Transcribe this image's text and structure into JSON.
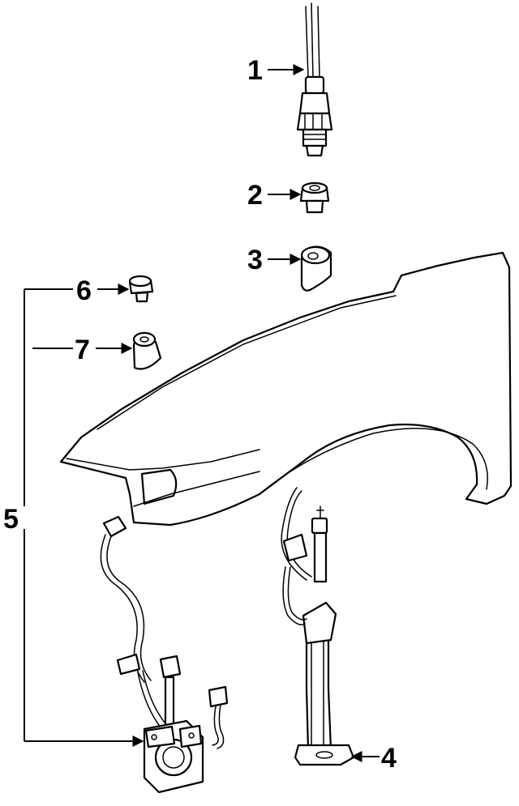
{
  "diagram": {
    "callouts": [
      {
        "id": "1",
        "label": "1"
      },
      {
        "id": "2",
        "label": "2"
      },
      {
        "id": "3",
        "label": "3"
      },
      {
        "id": "4",
        "label": "4"
      },
      {
        "id": "5",
        "label": "5"
      },
      {
        "id": "6",
        "label": "6"
      },
      {
        "id": "7",
        "label": "7"
      }
    ],
    "colors": {
      "line": "#000000",
      "background": "#ffffff"
    }
  }
}
